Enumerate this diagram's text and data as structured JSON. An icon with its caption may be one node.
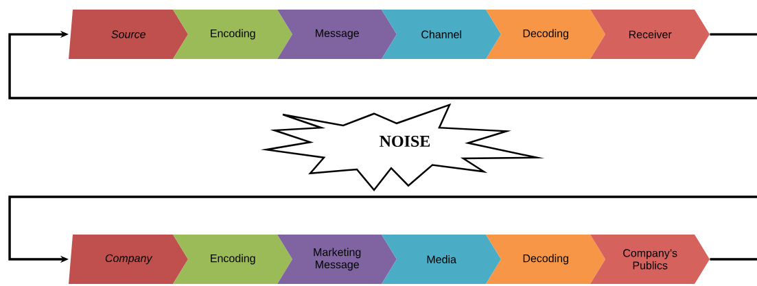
{
  "diagram": {
    "nodes": [
      {
        "text": [
          "Source"
        ]
      },
      {
        "text": [
          "Encoding"
        ]
      },
      {
        "text": [
          "Message"
        ]
      },
      {
        "text": [
          "Channel"
        ]
      },
      {
        "text": [
          "Decoding"
        ]
      },
      {
        "text": [
          "Receiver"
        ]
      },
      {
        "text": [
          "Company"
        ]
      },
      {
        "text": [
          "Encoding"
        ]
      },
      {
        "text": [
          "Marketing Message"
        ]
      },
      {
        "text": [
          "Media"
        ]
      },
      {
        "text": [
          "Decoding"
        ]
      },
      {
        "text": [
          "Company’s Publics"
        ]
      },
      {
        "text": [
          "NOISE"
        ]
      }
    ],
    "edges": [
      {
        "from": 5,
        "to": 0,
        "arrow": "to"
      },
      {
        "from": 11,
        "to": 6,
        "arrow": "to"
      }
    ]
  }
}
